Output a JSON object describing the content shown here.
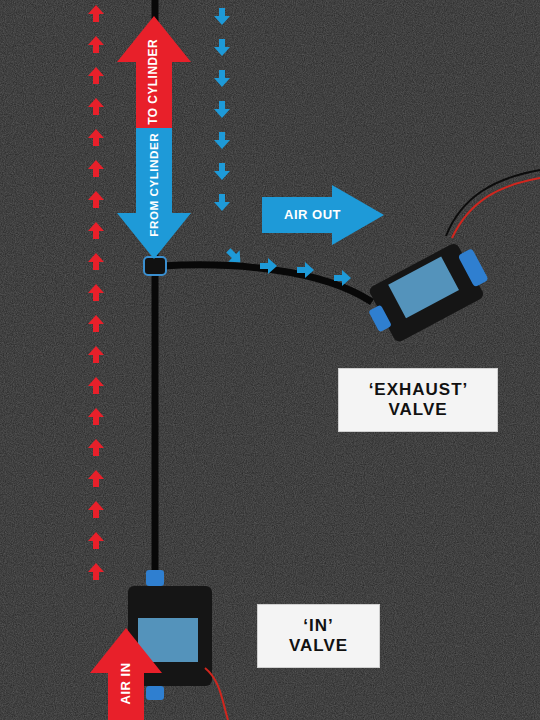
{
  "diagram": {
    "nodes": [
      {
        "text": [
          "TO CYLINDER"
        ]
      },
      {
        "text": [
          "FROM CYLINDER"
        ]
      },
      {
        "text": [
          "AIR OUT"
        ]
      },
      {
        "text": [
          "‘EXHAUST’ VALVE"
        ]
      },
      {
        "text": [
          "‘IN’ VALVE"
        ]
      },
      {
        "text": [
          "AIR IN"
        ]
      }
    ]
  }
}
